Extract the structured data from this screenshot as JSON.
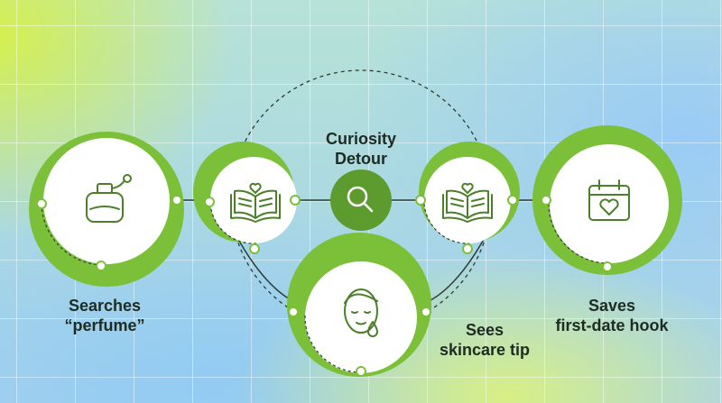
{
  "colors": {
    "green": "#7cc03a",
    "dark_green": "#5e9b2f",
    "icon_stroke": "#4b7f2a",
    "text": "#1d2b22"
  },
  "steps": [
    {
      "id": "searches",
      "line1": "Searches",
      "line2": "“perfume”",
      "icon": "perfume-bottle-icon"
    },
    {
      "id": "book-left",
      "icon": "open-book-heart-icon"
    },
    {
      "id": "curiosity",
      "line1": "Curiosity",
      "line2": "Detour",
      "icon": "magnifier-icon"
    },
    {
      "id": "book-right",
      "icon": "open-book-heart-icon"
    },
    {
      "id": "skincare",
      "line1": "Sees",
      "line2": "skincare tip",
      "icon": "face-droplet-icon"
    },
    {
      "id": "saves",
      "line1": "Saves",
      "line2": "first-date hook",
      "icon": "calendar-heart-icon"
    }
  ]
}
